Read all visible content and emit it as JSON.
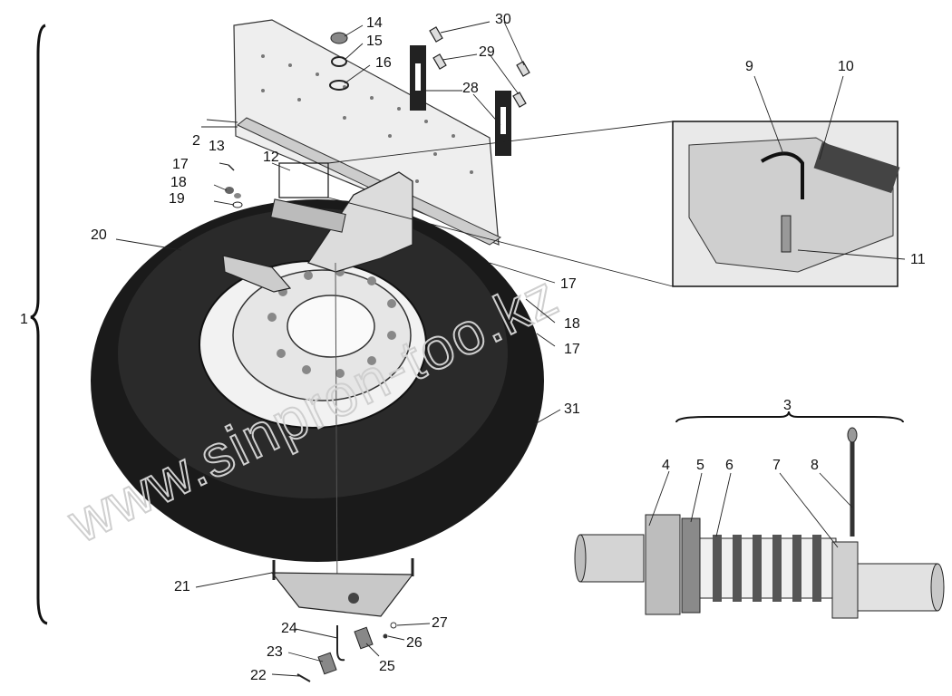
{
  "callouts": {
    "n1": "1",
    "n2": "2",
    "n3": "3",
    "n4": "4",
    "n5": "5",
    "n6": "6",
    "n7": "7",
    "n8": "8",
    "n9": "9",
    "n10": "10",
    "n11": "11",
    "n12": "12",
    "n13": "13",
    "n14": "14",
    "n15": "15",
    "n16": "16",
    "n17a": "17",
    "n17b": "17",
    "n17c": "17",
    "n18a": "18",
    "n18b": "18",
    "n19": "19",
    "n20": "20",
    "n21": "21",
    "n22": "22",
    "n23": "23",
    "n24": "24",
    "n25": "25",
    "n26": "26",
    "n27": "27",
    "n28": "28",
    "n29": "29",
    "n30": "30",
    "n31": "31"
  },
  "watermark": "www.sinpron-too.kz"
}
